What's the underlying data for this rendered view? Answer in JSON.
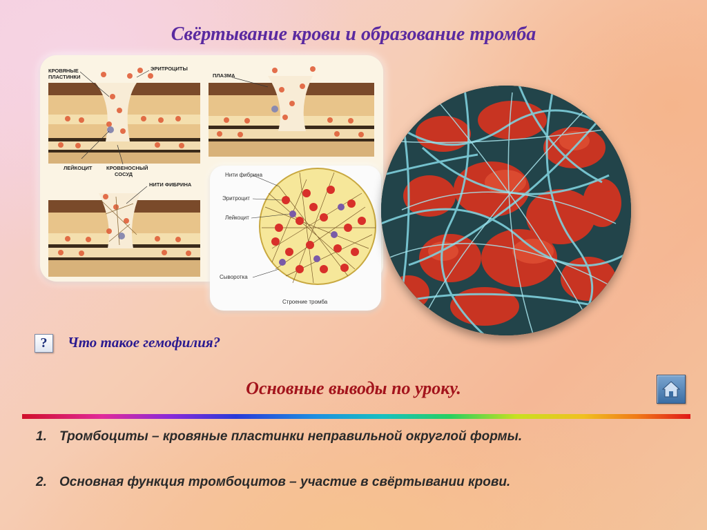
{
  "slide": {
    "title": "Свёртывание крови и образование тромба",
    "question_icon": "?",
    "question": "Что такое гемофилия?",
    "conclusions_heading": "Основные выводы по уроку.",
    "home_icon": "home-icon"
  },
  "diagram_labels": {
    "platelets": [
      "КРОВЯНЫЕ",
      "ПЛАСТИНКИ"
    ],
    "erythrocytes": "ЭРИТРОЦИТЫ",
    "plasma": "ПЛАЗМА",
    "leukocyte": "ЛЕЙКОЦИТ",
    "vessel": [
      "КРОВЕНОСНЫЙ",
      "СОСУД"
    ],
    "fibrin_threads": "НИТИ ФИБРИНА"
  },
  "inset_labels": {
    "fibrin": "Нити фибрина",
    "erythrocyte": "Эритроцит",
    "leukocyte": "Лейкоцит",
    "serum": "Сыворотка",
    "caption": "Строение тромба"
  },
  "points": [
    {
      "num": "1.",
      "text": "Тромбоциты – кровяные пластинки неправильной округлой формы."
    },
    {
      "num": "2.",
      "text": "Основная функция тромбоцитов – участие в свёртывании крови."
    }
  ]
}
